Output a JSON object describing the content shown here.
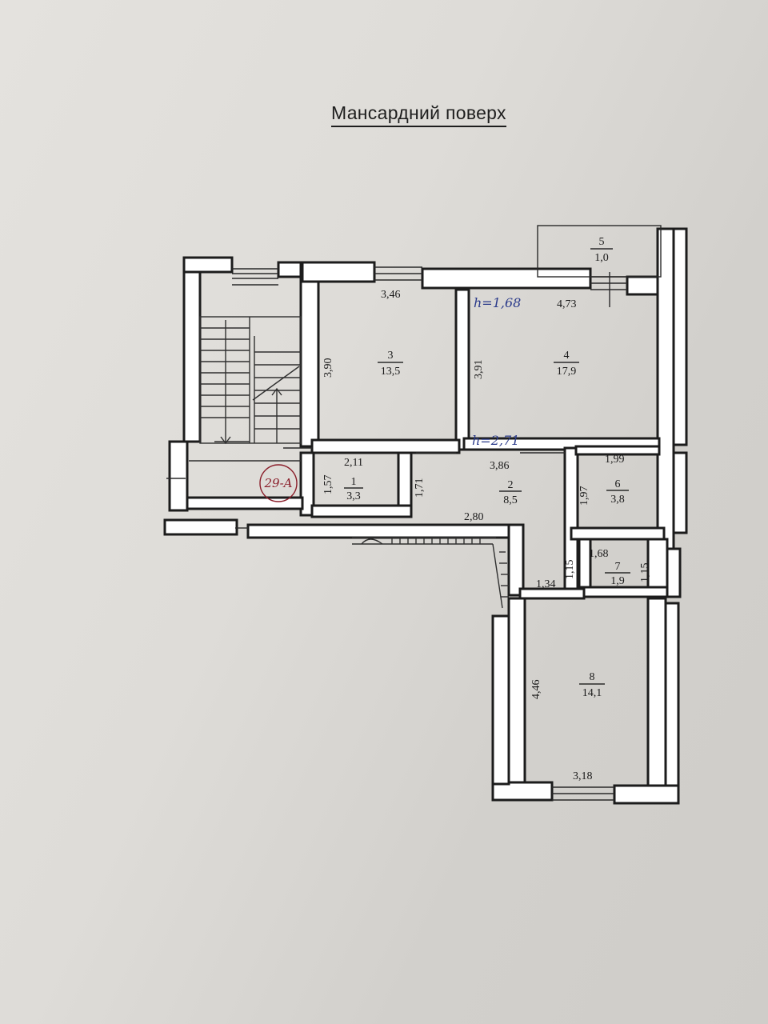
{
  "title": "Мансардний поверх",
  "rooms": [
    {
      "id": "1",
      "number": "1",
      "area": "3,3"
    },
    {
      "id": "2",
      "number": "2",
      "area": "8,5"
    },
    {
      "id": "3",
      "number": "3",
      "area": "13,5"
    },
    {
      "id": "4",
      "number": "4",
      "area": "17,9"
    },
    {
      "id": "5",
      "number": "5",
      "area": "1,0"
    },
    {
      "id": "6",
      "number": "6",
      "area": "3,8"
    },
    {
      "id": "7",
      "number": "7",
      "area": "1,9"
    },
    {
      "id": "8",
      "number": "8",
      "area": "14,1"
    }
  ],
  "dimensions": {
    "r3_width": "3,46",
    "r3_height": "3,90",
    "r4_width": "4,73",
    "r4_height": "3,91",
    "r1_width": "2,11",
    "r1_height": "1,57",
    "r2_width_top": "3,86",
    "r2_height": "1,71",
    "r2_width_bottom": "2,80",
    "r6_width": "1,99",
    "r6_height": "1,97",
    "r7_width": "1,68",
    "r7_height_right": "1,15",
    "corridor_height": "1,15",
    "corridor_width": "1,34",
    "r8_height": "4,46",
    "r8_width": "3,18"
  },
  "annotations": {
    "height_1": "h=1,68",
    "height_2": "h=2,71",
    "apartment": "29-A"
  },
  "colors": {
    "ink": "#1c1c1c",
    "pen_blue": "#2a3a8a",
    "pen_red": "#8a1e2a"
  }
}
